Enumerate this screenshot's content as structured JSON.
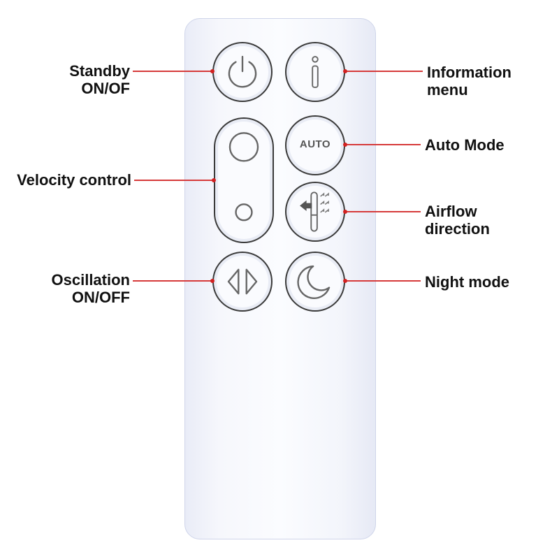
{
  "labels": {
    "standby": [
      "Standby",
      "ON/OF"
    ],
    "information": [
      "Information",
      "menu"
    ],
    "auto_mode": [
      "Auto Mode"
    ],
    "velocity": [
      "Velocity control"
    ],
    "airflow": [
      "Airflow",
      "direction"
    ],
    "oscillation": [
      "Oscillation",
      "ON/OFF"
    ],
    "night": [
      "Night mode"
    ]
  },
  "buttons": {
    "auto_text": "AUTO"
  },
  "icons": {
    "standby": "power-icon",
    "information": "info-icon",
    "velocity": "speed-circles-icon",
    "airflow": "airflow-direction-icon",
    "oscillation": "oscillation-arrows-icon",
    "night": "crescent-moon-icon"
  },
  "colors": {
    "leader_line": "#d63a3a",
    "button_outline": "#3a3a3a",
    "remote_body": "#f6f7fc"
  }
}
